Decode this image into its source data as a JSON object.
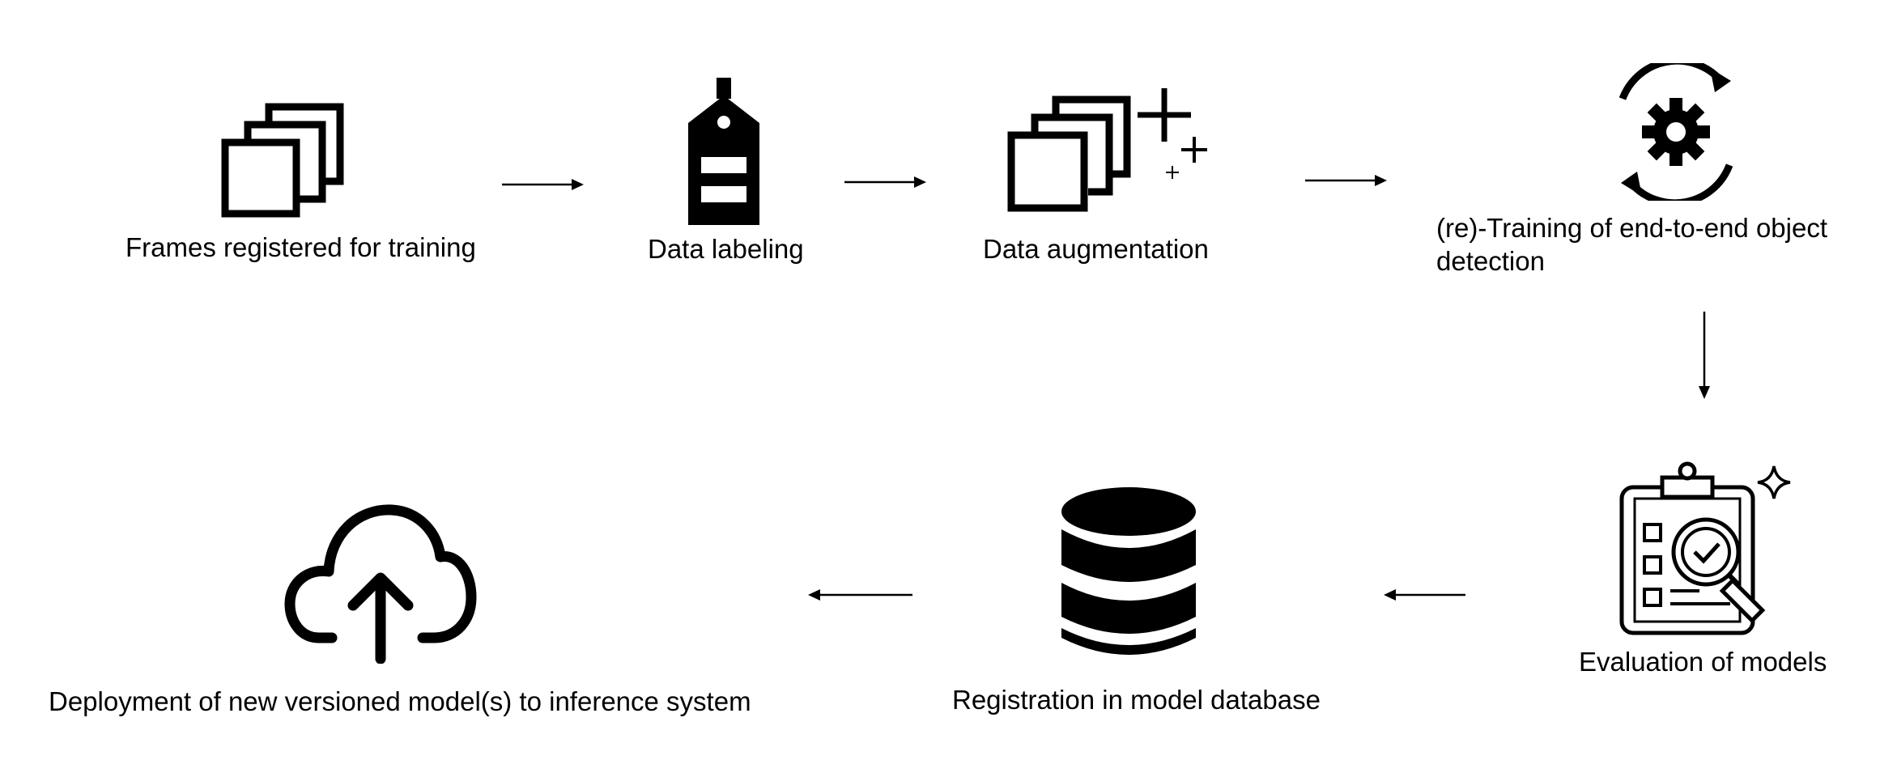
{
  "diagram": {
    "steps": [
      {
        "label": "Frames registered for training",
        "icon": "stacked-frames-icon"
      },
      {
        "label": "Data labeling",
        "icon": "tag-icon"
      },
      {
        "label": "Data augmentation",
        "icon": "frames-plus-icon"
      },
      {
        "label": "(re)-Training of end-to-end object",
        "label_line2": "detection",
        "icon": "gear-cycle-icon"
      },
      {
        "label": "Evaluation of models",
        "icon": "clipboard-magnifier-icon"
      },
      {
        "label": "Registration in model database",
        "icon": "database-icon"
      },
      {
        "label": "Deployment of new versioned model(s) to inference system",
        "icon": "cloud-upload-icon"
      }
    ],
    "arrow_color": "#000000",
    "icon_color": "#000000"
  }
}
